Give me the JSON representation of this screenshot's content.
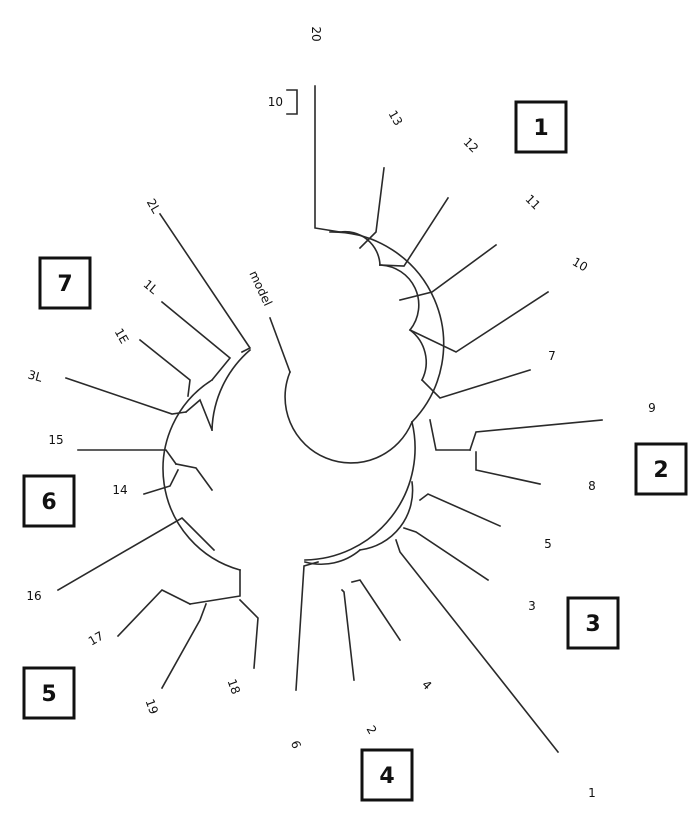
{
  "tree": {
    "root_label": "model",
    "leaves": [
      "20",
      "13",
      "12",
      "11",
      "10",
      "7",
      "9",
      "8",
      "5",
      "3",
      "1",
      "4",
      "2",
      "6",
      "18",
      "19",
      "17",
      "16",
      "14",
      "15",
      "3L",
      "1E",
      "1L",
      "2L"
    ],
    "scale_label": "10"
  },
  "groups": [
    {
      "id": "group-1",
      "label": "1"
    },
    {
      "id": "group-2",
      "label": "2"
    },
    {
      "id": "group-3",
      "label": "3"
    },
    {
      "id": "group-4",
      "label": "4"
    },
    {
      "id": "group-5",
      "label": "5"
    },
    {
      "id": "group-6",
      "label": "6"
    },
    {
      "id": "group-7",
      "label": "7"
    }
  ]
}
